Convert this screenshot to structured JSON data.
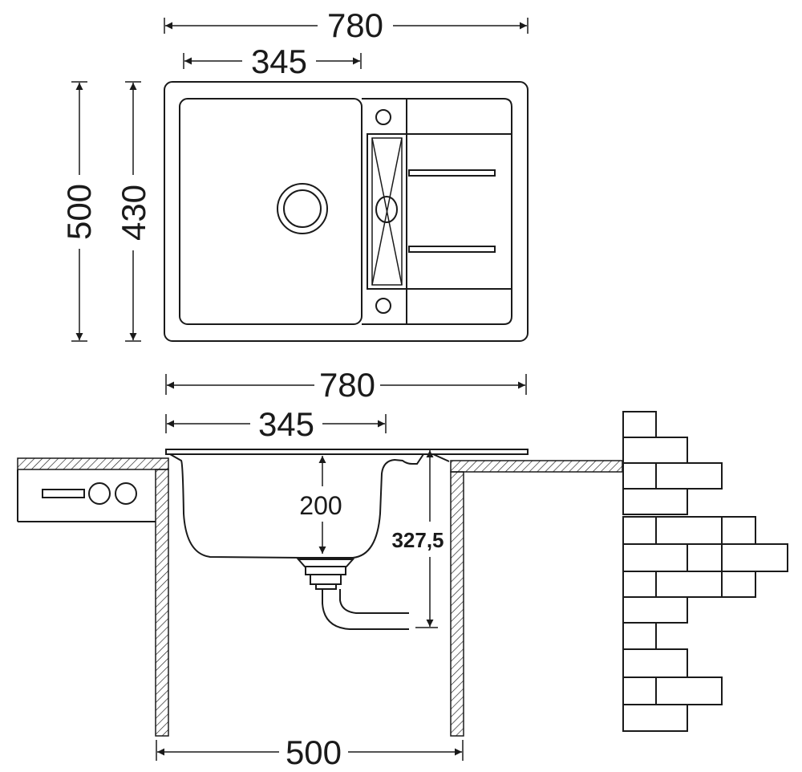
{
  "top_view": {
    "width": "780",
    "bowl_width": "345",
    "depth": "500",
    "bowl_depth": "430"
  },
  "side_view": {
    "width": "780",
    "bowl_width": "345",
    "bowl_depth": "200",
    "drain_height": "327,5",
    "cabinet_width": "500"
  }
}
